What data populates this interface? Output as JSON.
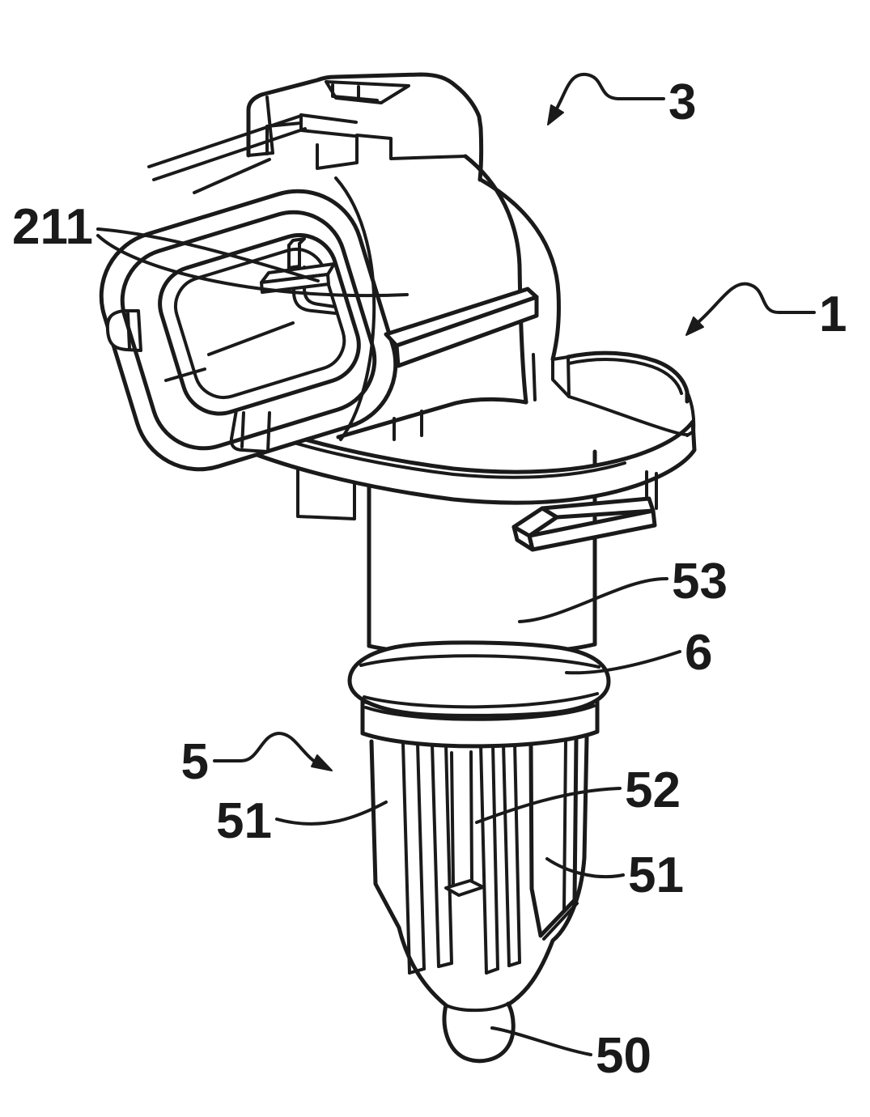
{
  "figure": {
    "type": "patent-line-drawing",
    "description_visible_content_only": "isometric technical drawing of a sensor with connector housing, flange, o-ring, probe cage and tip",
    "background_color": "#ffffff",
    "ink_color": "#1a1a1a",
    "labels": [
      {
        "id": "ref-211",
        "text": "211"
      },
      {
        "id": "ref-3",
        "text": "3"
      },
      {
        "id": "ref-1",
        "text": "1"
      },
      {
        "id": "ref-53",
        "text": "53"
      },
      {
        "id": "ref-6",
        "text": "6"
      },
      {
        "id": "ref-5",
        "text": "5"
      },
      {
        "id": "ref-51-left",
        "text": "51"
      },
      {
        "id": "ref-52",
        "text": "52"
      },
      {
        "id": "ref-51-right",
        "text": "51"
      },
      {
        "id": "ref-50",
        "text": "50"
      }
    ]
  }
}
